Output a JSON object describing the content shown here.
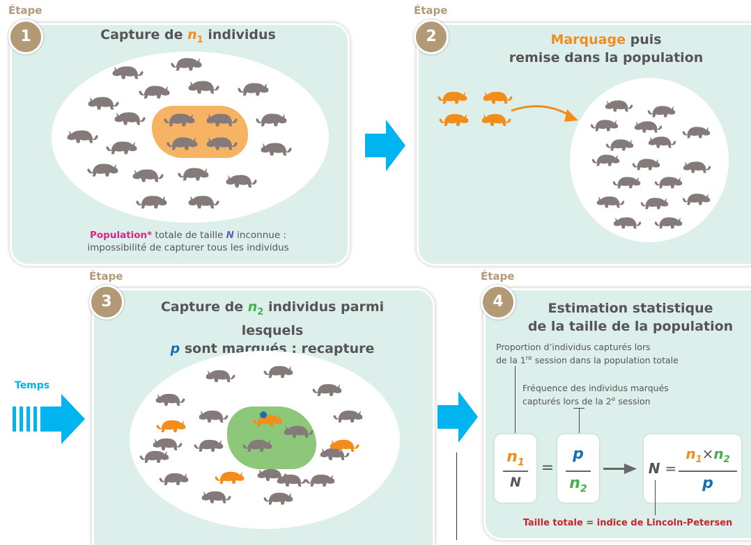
{
  "steps": [
    {
      "etape": "Étape",
      "number": "1",
      "title_pre": "Capture de ",
      "title_var": "n",
      "title_sub": "1",
      "title_post": " individus",
      "caption_highlight": "Population*",
      "caption_mid": " totale de taille ",
      "caption_var": "N",
      "caption_post": " inconnue :",
      "caption_line2": "impossibilité de capturer tous les individus"
    },
    {
      "etape": "Étape",
      "number": "2",
      "title_highlight": "Marquage",
      "title_rest": " puis",
      "title_line2": "remise dans la population"
    },
    {
      "etape": "Étape",
      "number": "3",
      "title_pre": "Capture de ",
      "title_var": "n",
      "title_sub": "2",
      "title_post": " individus parmi lesquels",
      "title_line2_var": "p",
      "title_line2_post": " sont marqués : recapture"
    },
    {
      "etape": "Étape",
      "number": "4",
      "title_line1": "Estimation statistique",
      "title_line2": "de la taille de la population",
      "note1_line1": "Proportion d’individus capturés lors",
      "note1_line2_pre": "de la 1",
      "note1_line2_sup": "re",
      "note1_line2_post": " session dans la population totale",
      "note2_line1": "Fréquence des individus marqués",
      "note2_line2_pre": "capturés lors de la 2",
      "note2_line2_sup": "e",
      "note2_line2_post": " session",
      "formula": {
        "n": "n",
        "one": "1",
        "two": "2",
        "N": "N",
        "p": "p",
        "equals": "=",
        "times": "×"
      },
      "result_label": "Taille totale = indice de Lincoln-Petersen"
    }
  ],
  "time_label": "Temps",
  "colors": {
    "panel_bg": "#dcefeb",
    "badge": "#b39a77",
    "orange": "#f28c1a",
    "green": "#3fb24a",
    "blue": "#1a6fb3",
    "pink": "#e0218a",
    "arrow": "#00b4f0",
    "animal": "#857a7a",
    "red": "#c0272d"
  }
}
